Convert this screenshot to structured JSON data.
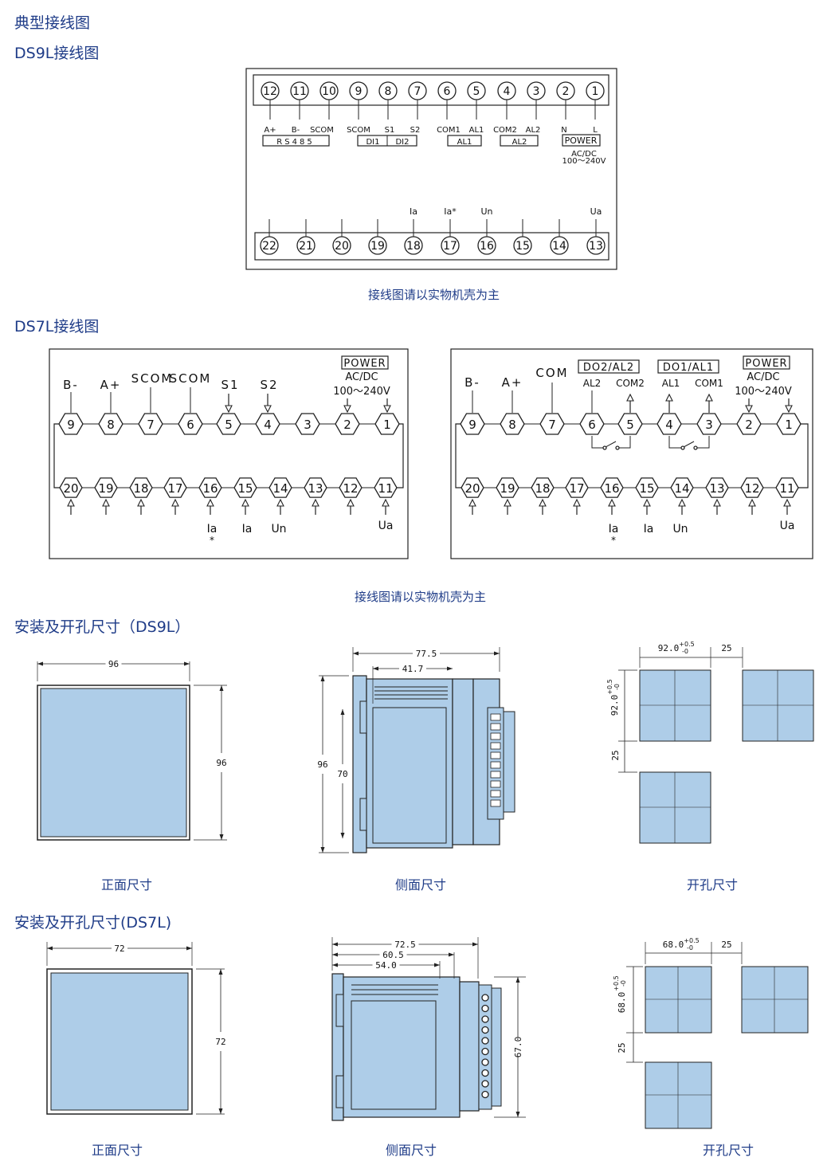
{
  "headings": {
    "typical": "典型接线图",
    "ds9l_wiring": "DS9L接线图",
    "ds7l_wiring": "DS7L接线图",
    "ds9l_dims": "安装及开孔尺寸（DS9L）",
    "ds7l_dims": "安装及开孔尺寸(DS7L)"
  },
  "notes": {
    "ds9l": "接线图请以实物机壳为主",
    "ds7l": "接线图请以实物机壳为主"
  },
  "ds9l": {
    "top_terminals": [
      "12",
      "11",
      "10",
      "9",
      "8",
      "7",
      "6",
      "5",
      "4",
      "3",
      "2",
      "1"
    ],
    "top_labels": [
      "A+",
      "B-",
      "SCOM",
      "SCOM",
      "S1",
      "S2",
      "COM1",
      "AL1",
      "COM2",
      "AL2",
      "N",
      "L"
    ],
    "groups": [
      "RS485",
      "DI1",
      "DI2",
      "AL1",
      "AL2",
      "POWER"
    ],
    "power_spec": [
      "AC/DC",
      "100～240V"
    ],
    "bottom_terminals": [
      "22",
      "21",
      "20",
      "19",
      "18",
      "17",
      "16",
      "15",
      "14",
      "13"
    ],
    "bottom_labels": [
      "",
      "",
      "",
      "",
      "Ia",
      "Ia*",
      "Un",
      "",
      "",
      "Ua"
    ]
  },
  "ds7l_left": {
    "top_terminals": [
      "9",
      "8",
      "7",
      "6",
      "5",
      "4",
      "3",
      "2",
      "1"
    ],
    "top_labels": [
      "B-",
      "A+",
      "SCOM",
      "SCOM",
      "S1",
      "S2",
      "",
      "",
      ""
    ],
    "power": "POWER",
    "power_spec": [
      "AC/DC",
      "100～240V"
    ],
    "bottom_terminals": [
      "20",
      "19",
      "18",
      "17",
      "16",
      "15",
      "14",
      "13",
      "12",
      "11"
    ],
    "bottom_labels": [
      "",
      "",
      "",
      "",
      "Ia",
      "Ia",
      "Un",
      "",
      "",
      "Ua"
    ],
    "star": "*"
  },
  "ds7l_right": {
    "top_terminals": [
      "9",
      "8",
      "7",
      "6",
      "5",
      "4",
      "3",
      "2",
      "1"
    ],
    "top_labels": [
      "B-",
      "A+",
      "COM",
      "AL2",
      "COM2",
      "AL1",
      "COM1",
      "",
      ""
    ],
    "boxes": [
      "DO2/AL2",
      "DO1/AL1",
      "POWER"
    ],
    "power_spec": [
      "AC/DC",
      "100～240V"
    ],
    "bottom_terminals": [
      "20",
      "19",
      "18",
      "17",
      "16",
      "15",
      "14",
      "13",
      "12",
      "11"
    ],
    "bottom_labels": [
      "",
      "",
      "",
      "",
      "Ia",
      "Ia",
      "Un",
      "",
      "",
      "Ua"
    ],
    "star": "*"
  },
  "ds9l_dims": {
    "front_w": "96",
    "front_h": "96",
    "side_depth": "77.5",
    "side_inner": "41.7",
    "side_h": "96",
    "side_h2": "70",
    "cut_w": "92.0",
    "cut_tol_plus": "+0.5",
    "cut_tol_minus": "-0",
    "cut_gap": "25",
    "cut_h": "92.0",
    "cut_vgap": "25",
    "captions": [
      "正面尺寸",
      "侧面尺寸",
      "开孔尺寸"
    ]
  },
  "ds7l_dims": {
    "front_w": "72",
    "front_h": "72",
    "side_depth": "72.5",
    "side_d2": "60.5",
    "side_d3": "54.0",
    "side_h": "67.0",
    "cut_w": "68.0",
    "cut_tol_plus": "+0.5",
    "cut_tol_minus": "-0",
    "cut_gap": "25",
    "cut_h": "68.0",
    "cut_vgap": "25",
    "captions": [
      "正面尺寸",
      "侧面尺寸",
      "开孔尺寸"
    ]
  },
  "colors": {
    "heading": "#1f3c88",
    "panel_fill": "#aecde8",
    "line": "#222222"
  }
}
